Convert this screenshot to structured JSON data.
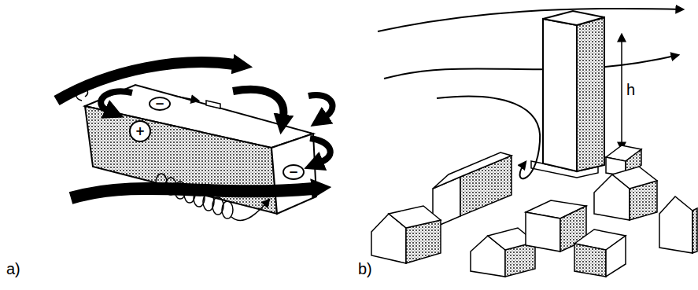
{
  "diagram": {
    "nodes": [
      {
        "text": [
          "−"
        ]
      },
      {
        "text": [
          "+"
        ]
      },
      {
        "text": [
          "−"
        ]
      }
    ],
    "labels": [
      "a)",
      "b)",
      "h"
    ]
  }
}
